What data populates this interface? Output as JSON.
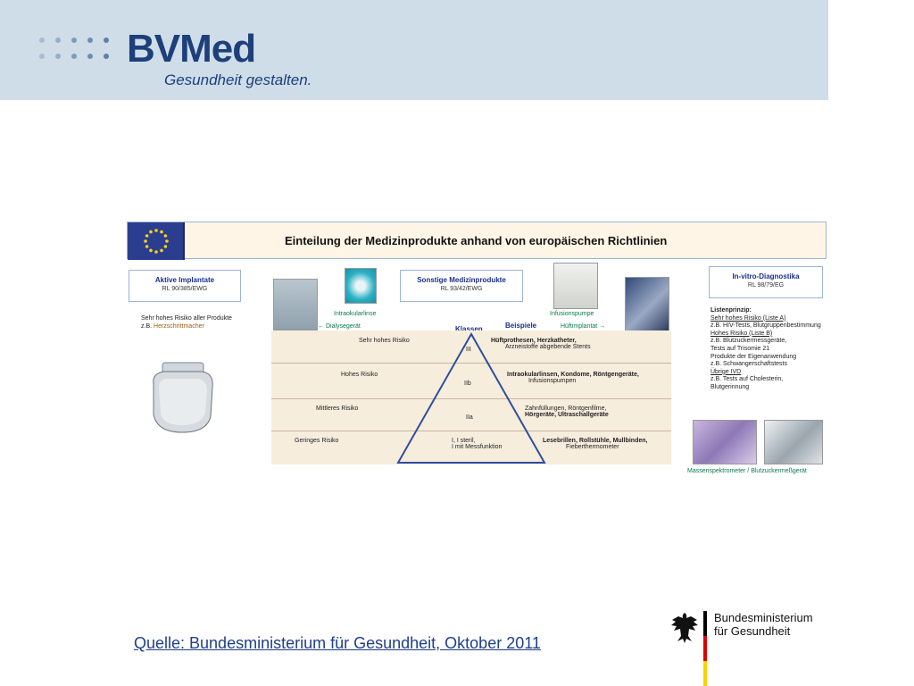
{
  "header": {
    "logo": "BVMed",
    "tagline": "Gesundheit gestalten."
  },
  "figure": {
    "title": "Einteilung der Medizinprodukte anhand von europäischen Richtlinien",
    "categories": [
      {
        "name": "Aktive Implantate",
        "directive": "RL 90/385/EWG"
      },
      {
        "name": "Sonstige Medizinprodukte",
        "directive": "RL 93/42/EWG"
      },
      {
        "name": "In-vitro-Diagnostika",
        "directive": "RL 98/79/EG"
      }
    ],
    "left_note": {
      "text": "Sehr hohes Risiko aller Produkte",
      "example_prefix": "z.B.",
      "example": "Herzschrittmacher"
    },
    "image_labels": {
      "intraocular_lens": "Intraokularlinse",
      "dialysis": "Dialysegerät",
      "infusion_pump": "Infusionspumpe",
      "hip_implant": "Hüftimplantat",
      "ivd_caption": "Massenspektrometer / Blutzuckermeßgerät"
    },
    "headers": {
      "klassen": "Klassen",
      "beispiele": "Beispiele"
    },
    "rows": [
      {
        "risk": "Sehr hohes Risiko",
        "class": "III",
        "examples": [
          "Hüftprothesen, Herzkatheter,",
          "Arzneistoffe abgebende Stents"
        ]
      },
      {
        "risk": "Hohes Risiko",
        "class": "IIb",
        "examples": [
          "Intraokularlinsen, Kondome, Röntgengeräte,",
          "Infusionspumpen"
        ]
      },
      {
        "risk": "Mittleres Risiko",
        "class": "IIa",
        "examples": [
          "Zahnfüllungen, Röntgenfilme,",
          "Hörgeräte, Ultraschallgeräte"
        ]
      },
      {
        "risk": "Geringes Risiko",
        "class": "I, I steril,",
        "class2": "I mit Messfunktion",
        "examples": [
          "Lesebrillen, Rollstühle, Mullbinden,",
          "Fieberthermometer"
        ]
      }
    ],
    "ivd_principles": [
      "Listenprinzip:",
      "Sehr hohes Risiko (Liste A)",
      "z.B. HIV-Tests, Blutgruppenbestimmung",
      "Hohes Risiko (Liste B)",
      "z.B. Blutzuckermessgeräte,",
      "Tests auf Trisomie 21",
      "Produkte der Eigenanwendung",
      "z.B. Schwangerschaftstests",
      "Übrige IVD",
      "z.B. Tests auf Cholesterin,",
      "Blutgerinnung"
    ]
  },
  "footer": {
    "source": "Quelle: Bundesministerium für Gesundheit, Oktober 2011",
    "ministry_line1": "Bundesministerium",
    "ministry_line2": "für Gesundheit"
  },
  "colors": {
    "brand_blue": "#1d3f7a",
    "header_band": "#cfdde9",
    "eu_blue": "#2b3d8f",
    "pyramid_bg": "#f7eddd"
  }
}
